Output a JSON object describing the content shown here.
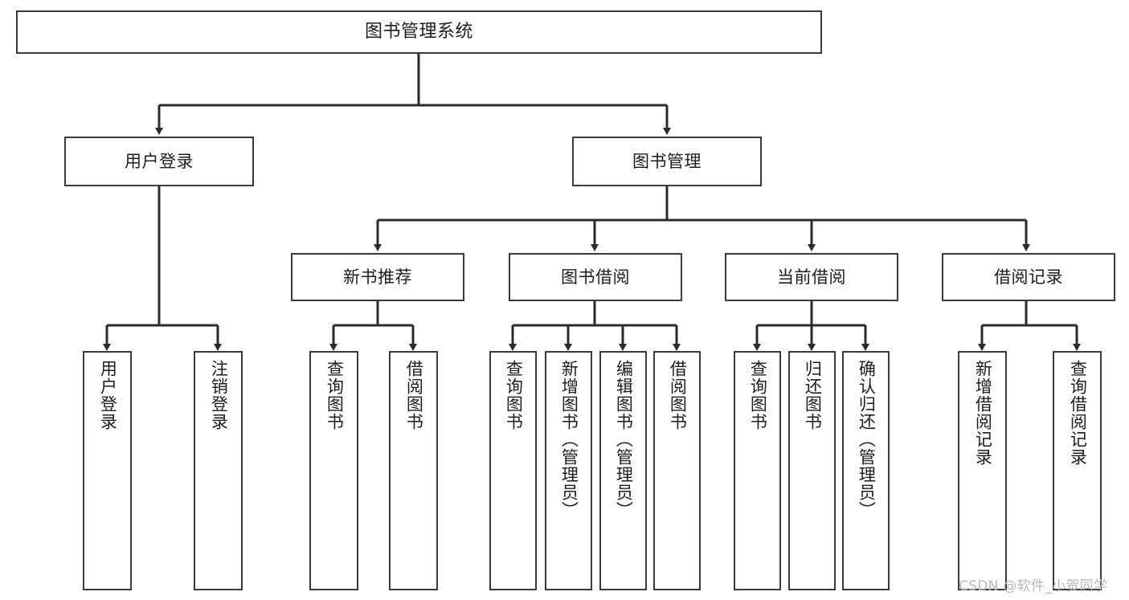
{
  "diagram": {
    "title": "图书管理系统",
    "type": "tree-hierarchy-chart",
    "watermark": "CSDN @软件_小贺同学",
    "colors": {
      "background": "#ffffff",
      "node_border": "#3a3a3a",
      "node_fill": "#ffffff",
      "connector": "#2b2b2b",
      "text": "#1d1d1d",
      "watermark": "#b8b8b8"
    },
    "root": {
      "id": "root",
      "label": "图书管理系统"
    },
    "level2": [
      {
        "id": "user-login",
        "label": "用户登录"
      },
      {
        "id": "book-management",
        "label": "图书管理"
      }
    ],
    "level3": [
      {
        "id": "new-book-recommend",
        "label": "新书推荐"
      },
      {
        "id": "book-borrow",
        "label": "图书借阅"
      },
      {
        "id": "current-borrow",
        "label": "当前借阅"
      },
      {
        "id": "borrow-record",
        "label": "借阅记录"
      }
    ],
    "leaves": {
      "user_login": [
        {
          "id": "leaf-user-login",
          "label": "用户登录"
        },
        {
          "id": "leaf-logout-login",
          "label": "注销登录"
        }
      ],
      "new_book_recommend": [
        {
          "id": "leaf-query-book-1",
          "label": "查询图书"
        },
        {
          "id": "leaf-borrow-book-1",
          "label": "借阅图书"
        }
      ],
      "book_borrow": [
        {
          "id": "leaf-query-book-2",
          "label": "查询图书"
        },
        {
          "id": "leaf-add-book",
          "label": "新增图书（管理员）"
        },
        {
          "id": "leaf-edit-book",
          "label": "编辑图书（管理员）"
        },
        {
          "id": "leaf-borrow-book-2",
          "label": "借阅图书"
        }
      ],
      "current_borrow": [
        {
          "id": "leaf-query-book-3",
          "label": "查询图书"
        },
        {
          "id": "leaf-return-book",
          "label": "归还图书"
        },
        {
          "id": "leaf-confirm-return",
          "label": "确认归还（管理员）"
        }
      ],
      "borrow_record": [
        {
          "id": "leaf-add-record",
          "label": "新增借阅记录"
        },
        {
          "id": "leaf-query-record",
          "label": "查询借阅记录"
        }
      ]
    }
  }
}
